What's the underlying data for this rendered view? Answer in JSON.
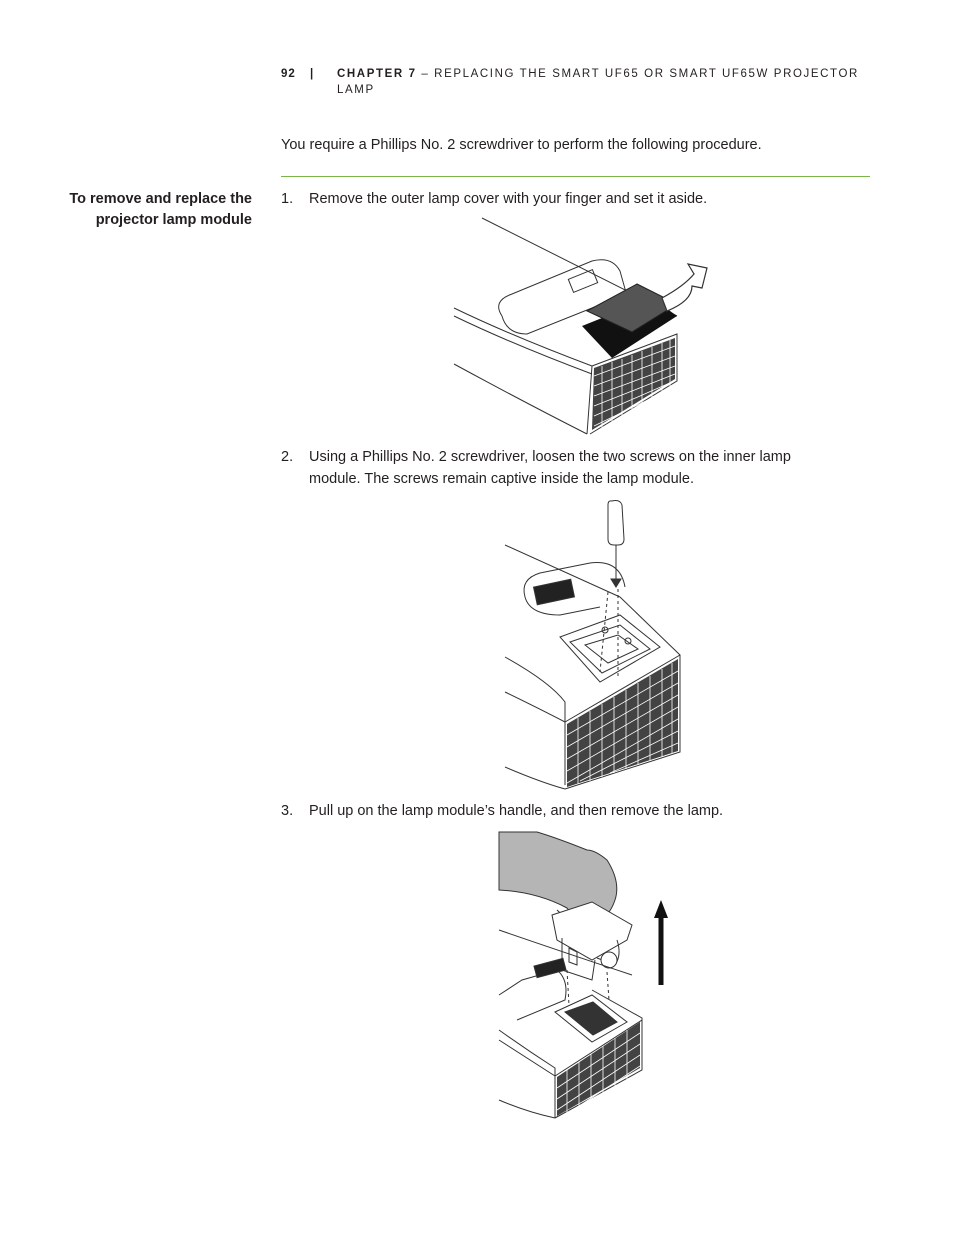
{
  "header": {
    "page_number": "92",
    "separator": "|",
    "chapter_label": "CHAPTER 7",
    "chapter_title": " – REPLACING THE SMART UF65 OR SMART UF65W PROJECTOR LAMP"
  },
  "intro": "You require a Phillips No. 2 screwdriver to perform the following procedure.",
  "procedure": {
    "heading": "To remove and replace the projector lamp module",
    "steps": [
      {
        "number": "1.",
        "text": "Remove the outer lamp cover with your finger and set it aside."
      },
      {
        "number": "2.",
        "text": "Using a Phillips No. 2 screwdriver, loosen the two screws on the inner lamp module. The screws remain captive inside the lamp module."
      },
      {
        "number": "3.",
        "text": "Pull up on the lamp module’s handle, and then remove the lamp."
      }
    ]
  },
  "colors": {
    "rule": "#7ab547",
    "text": "#231f20",
    "line_art": "#333333"
  }
}
